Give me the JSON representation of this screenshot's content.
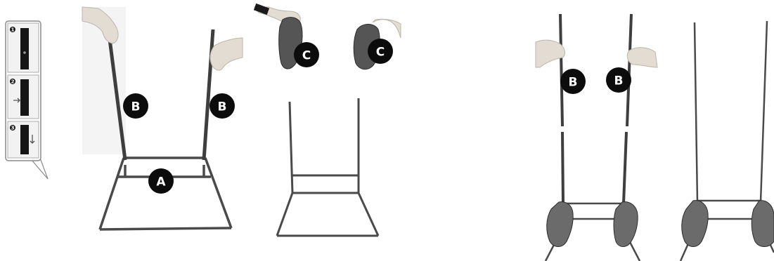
{
  "instructions_panel": {
    "steps": [
      {
        "number": "1"
      },
      {
        "number": "2"
      },
      {
        "number": "3"
      }
    ]
  },
  "callouts": {
    "label_a": "A",
    "label_b": "B",
    "label_c": "C"
  },
  "colors": {
    "frame": "#4a4a4a",
    "pole": "#3e3e3e",
    "badge": "#0c0c0c",
    "badge_text": "#ffffff",
    "skin": "#e2dcd3",
    "shoe": "#555555",
    "shoe_tree": "#6b6b6b"
  }
}
